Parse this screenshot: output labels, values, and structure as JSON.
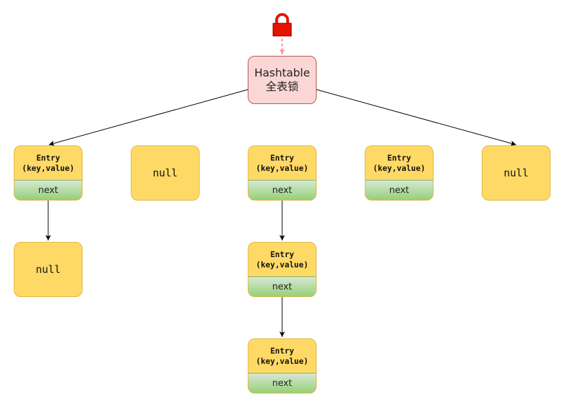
{
  "root": {
    "line1": "Hashtable",
    "line2": "全表锁"
  },
  "icons": {
    "lock": "lock-icon"
  },
  "colors": {
    "root_fill": "#fad7d4",
    "root_border": "#b85450",
    "node_fill": "#ffd966",
    "next_fill": "#97d077",
    "lock_red": "#e51400"
  },
  "entry": {
    "title_line1": "Entry",
    "title_line2": "(key,value)",
    "next_label": "next"
  },
  "null_label": "null"
}
